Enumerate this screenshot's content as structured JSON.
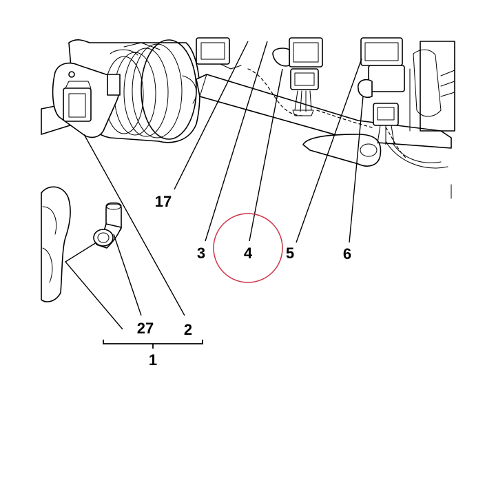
{
  "callouts": {
    "c17": "17",
    "c3": "3",
    "c4": "4",
    "c5": "5",
    "c6": "6",
    "c27": "27",
    "c2": "2",
    "c1": "1"
  },
  "colors": {
    "line": "#000000",
    "highlight_ring": "#cc3344",
    "background": "#ffffff"
  },
  "highlighted_callout": "4"
}
